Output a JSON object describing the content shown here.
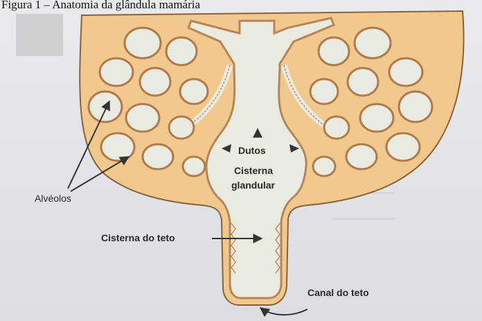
{
  "caption": "Figura 1 – Anatomia da glândula mamária",
  "labels": {
    "alveolos": "Alvéolos",
    "dutos": "Dutos",
    "cisterna_glandular_1": "Cisterna",
    "cisterna_glandular_2": "glandular",
    "cisterna_do_teto": "Cisterna do teto",
    "canal_do_teto": "Canal do teto"
  },
  "colors": {
    "tissue": "#f1c98e",
    "lumen": "#e9ebe1",
    "outline": "#9a7040",
    "wall": "#c98e58"
  }
}
